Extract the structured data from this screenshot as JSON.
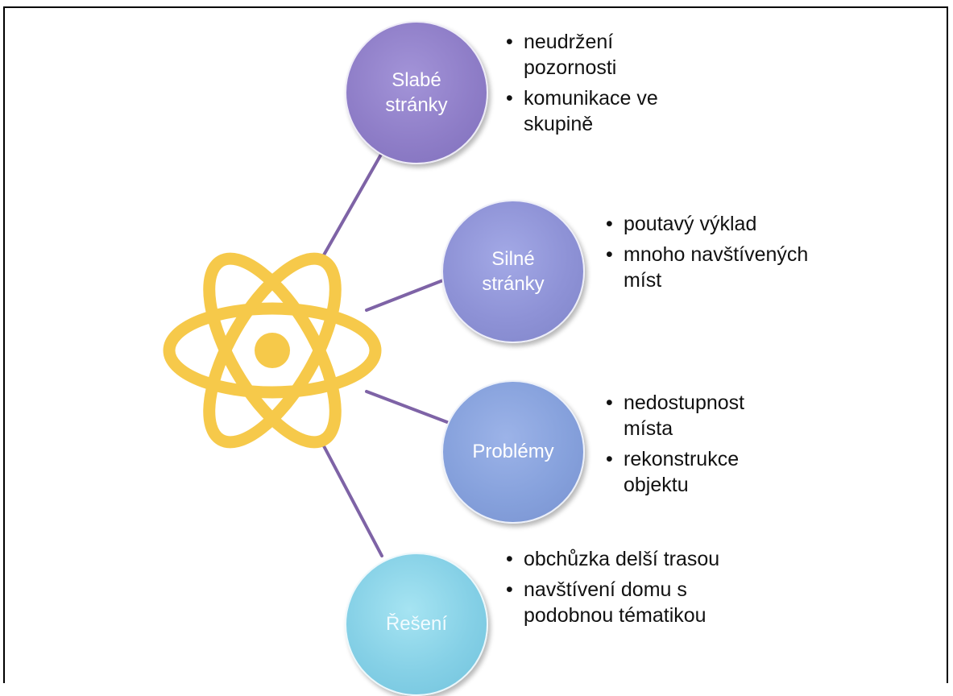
{
  "nodes": [
    {
      "label": "Slabé\nstránky",
      "bullets": [
        "neudržení pozornosti",
        "komunikace ve skupině"
      ]
    },
    {
      "label": "Silné\nstránky",
      "bullets": [
        "poutavý výklad",
        "mnoho navštívených míst"
      ]
    },
    {
      "label": "Problémy",
      "bullets": [
        "nedostupnost místa",
        "rekonstrukce objektu"
      ]
    },
    {
      "label": "Řešení",
      "bullets": [
        "obchůzka delší trasou",
        "navštívení domu s podobnou tématikou"
      ]
    }
  ],
  "colors": {
    "connector": "#7e63a6",
    "atom": "#f6c94a",
    "node1": "#8f7ec8",
    "node2": "#8e92d6",
    "node3": "#86a1dc",
    "node4": "#85d0e6"
  },
  "icons": {
    "center": "atom-icon"
  }
}
